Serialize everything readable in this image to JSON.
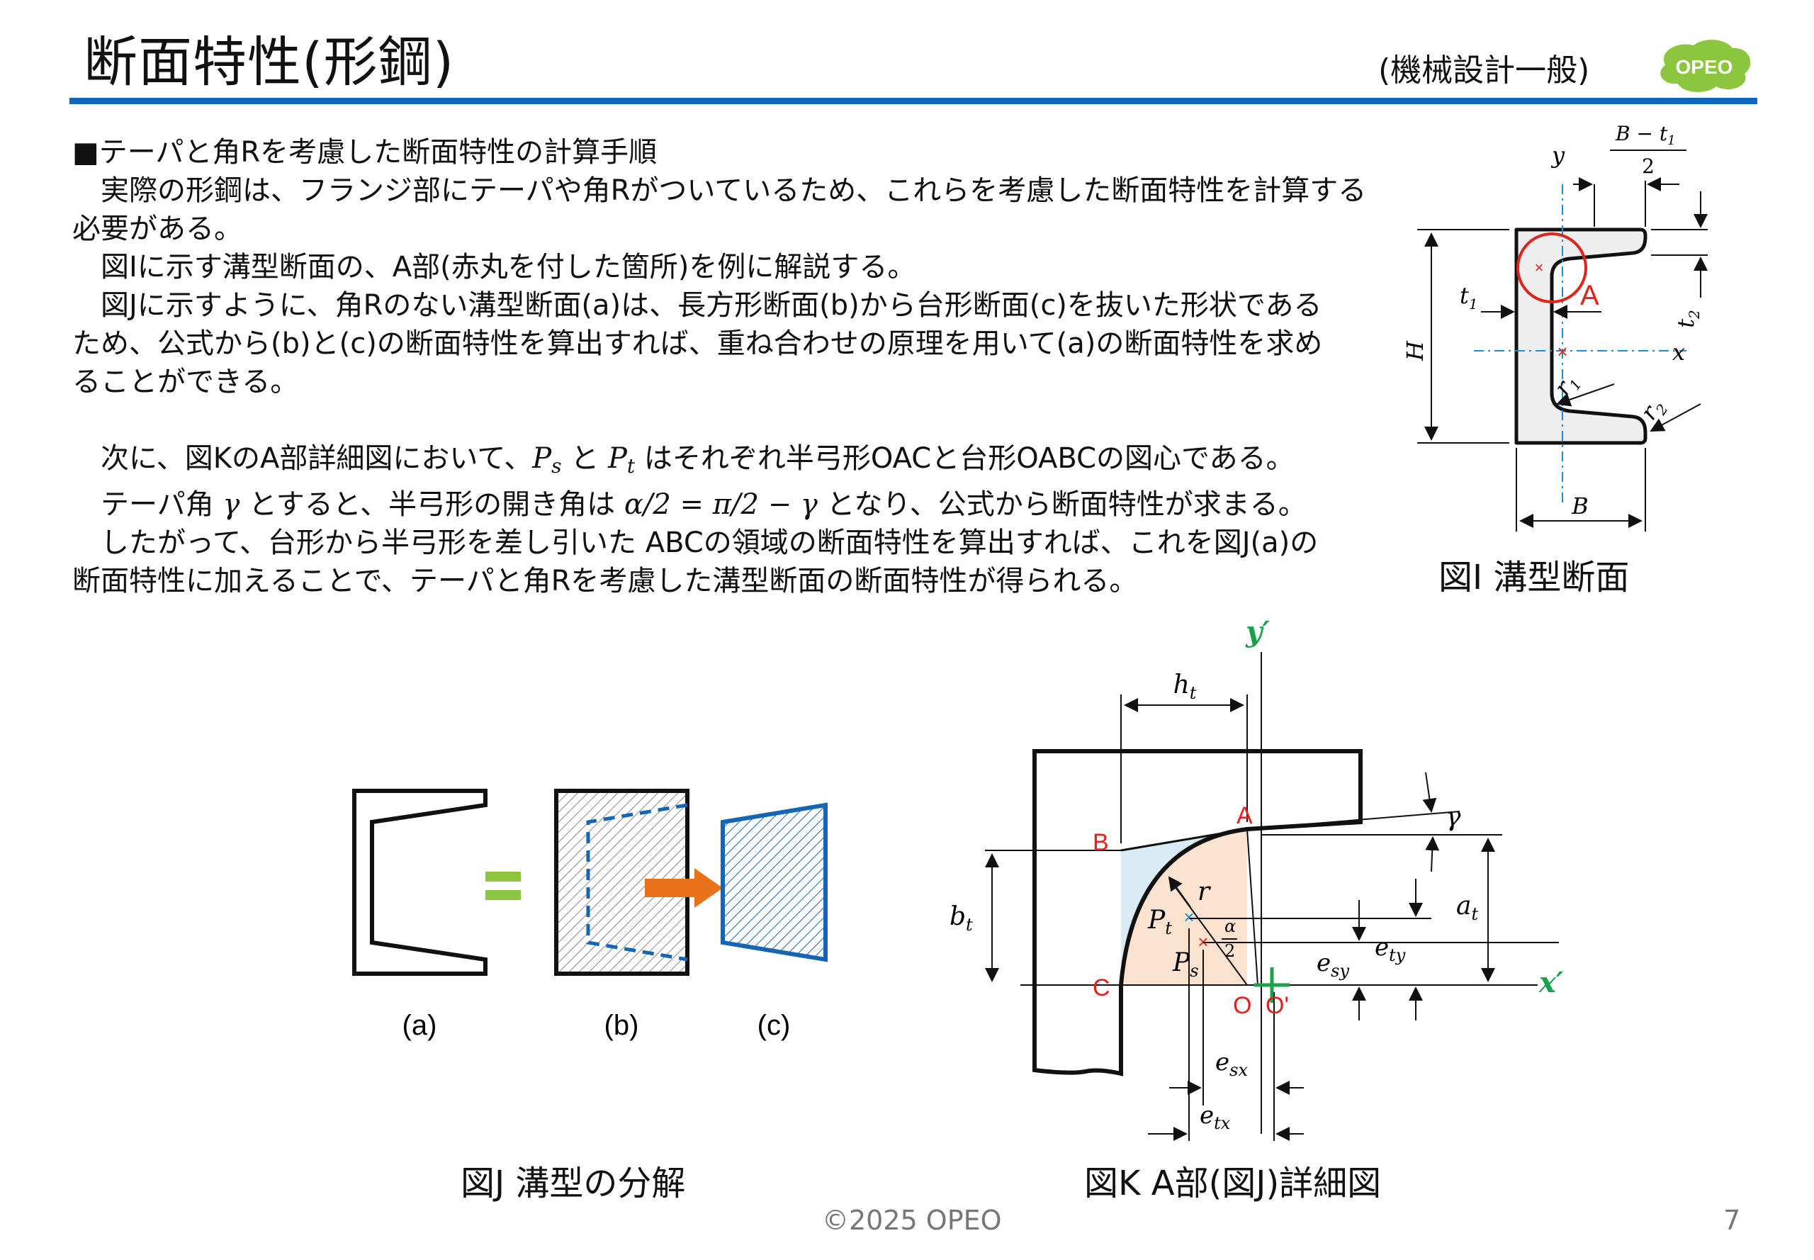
{
  "header": {
    "title": "断面特性(形鋼)",
    "category": "(機械設計一般)",
    "logo_text": "OPEO"
  },
  "body": {
    "heading": "■テーパと角Rを考慮した断面特性の計算手順",
    "p1_line1": "　実際の形鋼は、フランジ部にテーパや角Rがついているため、これらを考慮した断面特性を計算する",
    "p1_line2": "必要がある。",
    "p2": "　図Iに示す溝型断面の、A部(赤丸を付した箇所)を例に解説する。",
    "p3_line1": "　図Jに示すように、角Rのない溝型断面(a)は、長方形断面(b)から台形断面(c)を抜いた形状である",
    "p3_line2": "ため、公式から(b)と(c)の断面特性を算出すれば、重ね合わせの原理を用いて(a)の断面特性を求め",
    "p3_line3": "ることができる。",
    "p4_pre": "　次に、図KのA部詳細図において、",
    "p4_mid": " と ",
    "p4_post": " はそれぞれ半弓形OACと台形OABCの図心である。",
    "p5_pre": "　テーパ角 ",
    "p5_mid": " とすると、半弓形の開き角は ",
    "p5_post": " となり、公式から断面特性が求まる。",
    "p6_line1": "　したがって、台形から半弓形を差し引いた ABCの領域の断面特性を算出すれば、これを図J(a)の",
    "p6_line2": "断面特性に加えることで、テーパと角Rを考慮した溝型断面の断面特性が得られる。",
    "math_Ps_base": "P",
    "math_Ps_sub": "s",
    "math_Pt_base": "P",
    "math_Pt_sub": "t",
    "math_gamma": "γ",
    "math_alpha_eq": "α/2 = π/2 − γ"
  },
  "figI": {
    "caption": "図I 溝型断面",
    "lbl_y": "y",
    "lbl_x": "x",
    "lbl_H": "H",
    "lbl_B": "B",
    "lbl_frac_num": "B − t",
    "lbl_frac_num_sub": "1",
    "lbl_frac_den": "2",
    "lbl_t1": "t",
    "lbl_t1_sub": "1",
    "lbl_t2": "t",
    "lbl_t2_sub": "2",
    "lbl_r1": "r",
    "lbl_r1_sub": "1",
    "lbl_r2": "r",
    "lbl_r2_sub": "2",
    "lbl_A": "A"
  },
  "figJ": {
    "caption": "図J 溝型の分解",
    "lbl_a": "(a)",
    "lbl_b": "(b)",
    "lbl_c": "(c)"
  },
  "figK": {
    "caption": "図K A部(図J)詳細図",
    "lbl_yprime": "y′",
    "lbl_xprime": "x′",
    "lbl_ht": "h",
    "lbl_ht_sub": "t",
    "lbl_bt": "b",
    "lbl_bt_sub": "t",
    "lbl_at": "a",
    "lbl_at_sub": "t",
    "lbl_r": "r",
    "lbl_gamma": "γ",
    "lbl_alpha": "α",
    "lbl_two": "2",
    "lbl_Pt": "P",
    "lbl_Pt_sub": "t",
    "lbl_Ps": "P",
    "lbl_Ps_sub": "s",
    "lbl_esy": "e",
    "lbl_esy_sub": "sy",
    "lbl_ety": "e",
    "lbl_ety_sub": "ty",
    "lbl_esx": "e",
    "lbl_esx_sub": "sx",
    "lbl_etx": "e",
    "lbl_etx_sub": "tx",
    "lbl_A": "A",
    "lbl_B": "B",
    "lbl_C": "C",
    "lbl_O": "O",
    "lbl_Oprime": "O'"
  },
  "footer": {
    "copyright": "©2025 OPEO",
    "page": "7"
  },
  "colors": {
    "accent": "#1565b6",
    "red": "#e0231b",
    "green": "#1aa14a",
    "orange": "#e8711a",
    "lime": "#8cc63f",
    "cyan": "#1a8fd8"
  }
}
